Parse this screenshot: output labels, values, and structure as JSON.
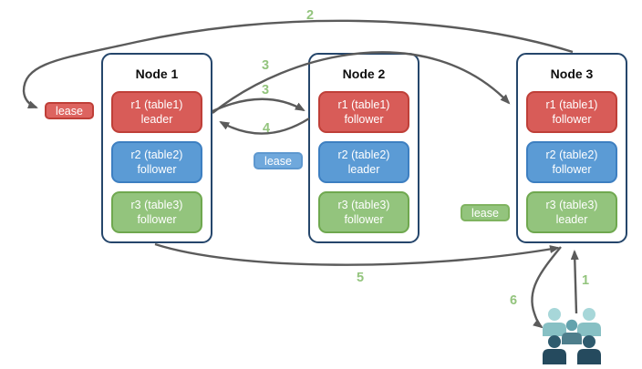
{
  "nodes": [
    {
      "title": "Node 1",
      "replicas": [
        {
          "name": "r1 (table1)",
          "role": "leader"
        },
        {
          "name": "r2 (table2)",
          "role": "follower"
        },
        {
          "name": "r3 (table3)",
          "role": "follower"
        }
      ]
    },
    {
      "title": "Node 2",
      "replicas": [
        {
          "name": "r1 (table1)",
          "role": "follower"
        },
        {
          "name": "r2 (table2)",
          "role": "leader"
        },
        {
          "name": "r3 (table3)",
          "role": "follower"
        }
      ]
    },
    {
      "title": "Node 3",
      "replicas": [
        {
          "name": "r1 (table1)",
          "role": "follower"
        },
        {
          "name": "r2 (table2)",
          "role": "follower"
        },
        {
          "name": "r3 (table3)",
          "role": "leader"
        }
      ]
    }
  ],
  "leases": [
    {
      "label": "lease",
      "color": "#DD6460"
    },
    {
      "label": "lease",
      "color": "#6FA8DC"
    },
    {
      "label": "lease",
      "color": "#93C47D"
    }
  ],
  "step_labels": {
    "s1": "1",
    "s2": "2",
    "s3a": "3",
    "s3b": "3",
    "s4": "4",
    "s5": "5",
    "s6": "6"
  },
  "colors": {
    "replica_red_fill": "#D85C58",
    "replica_red_border": "#BF3F38",
    "replica_blue_fill": "#5B9BD5",
    "replica_blue_border": "#3D7FC1",
    "replica_green_fill": "#93C47D",
    "replica_green_border": "#6FA84F",
    "node_border": "#25466B",
    "arrow_gray": "#5B5B5B",
    "step_number_green": "#93C47D",
    "users_light_teal": "#87C0C4",
    "users_mid_teal": "#4E7E8C",
    "users_dark_teal": "#254A5E"
  }
}
